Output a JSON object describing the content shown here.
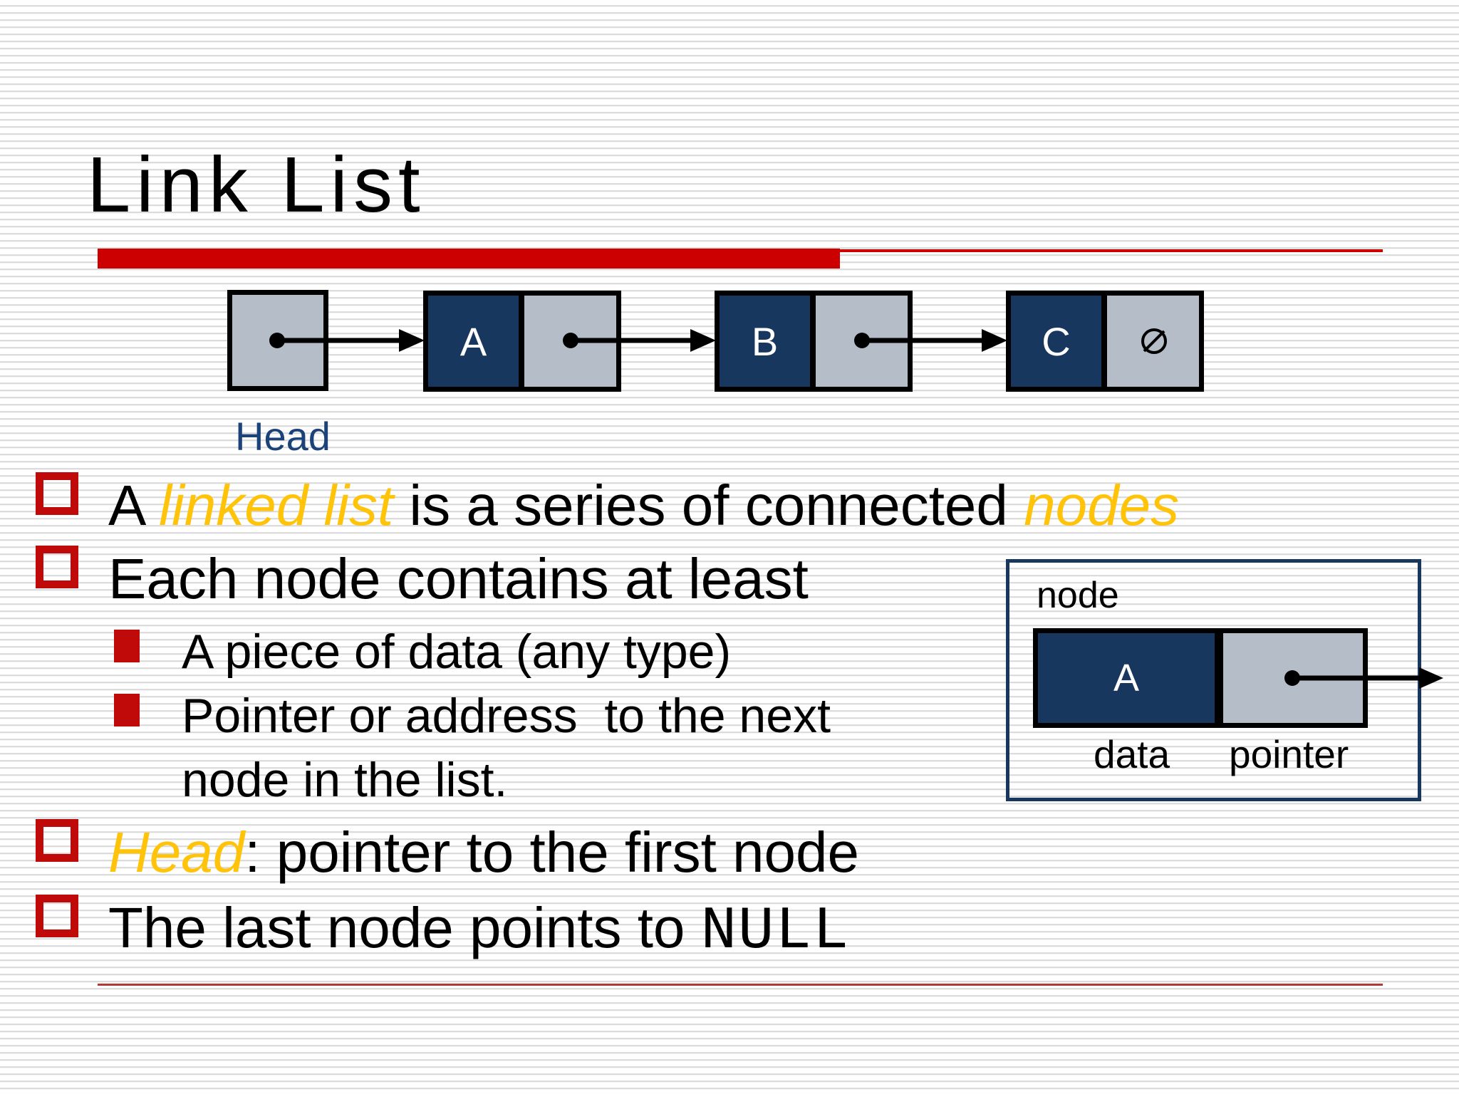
{
  "slide": {
    "title": "Link List"
  },
  "list_diagram": {
    "head_label": "Head",
    "node_a": "A",
    "node_b": "B",
    "node_c": "C",
    "null_icon": "slashed-circle-null"
  },
  "bullets": {
    "b1_pre": "A ",
    "b1_em1": "linked list",
    "b1_mid": " is a series of connected ",
    "b1_em2": "nodes",
    "b2": "Each node contains at least",
    "sb1": "A piece of data (any type)",
    "sb2_line1": "Pointer or address  to the next",
    "sb2_line2": "node in the list.",
    "b3_em": "Head",
    "b3_rest": ": pointer to the first node",
    "b4_pre": "The last node points to ",
    "b4_code": "NULL"
  },
  "node_figure": {
    "box_label": "node",
    "data_value": "A",
    "data_label": "data",
    "pointer_label": "pointer"
  },
  "colors": {
    "bar_red": "#CC0000",
    "bullet_red": "#C00A0A",
    "divider_red": "#B03A3A",
    "navy": "#17375E",
    "cell_gray": "#B4BDC8",
    "gold": "#FFC409",
    "head_label_navy": "#1B4379"
  }
}
